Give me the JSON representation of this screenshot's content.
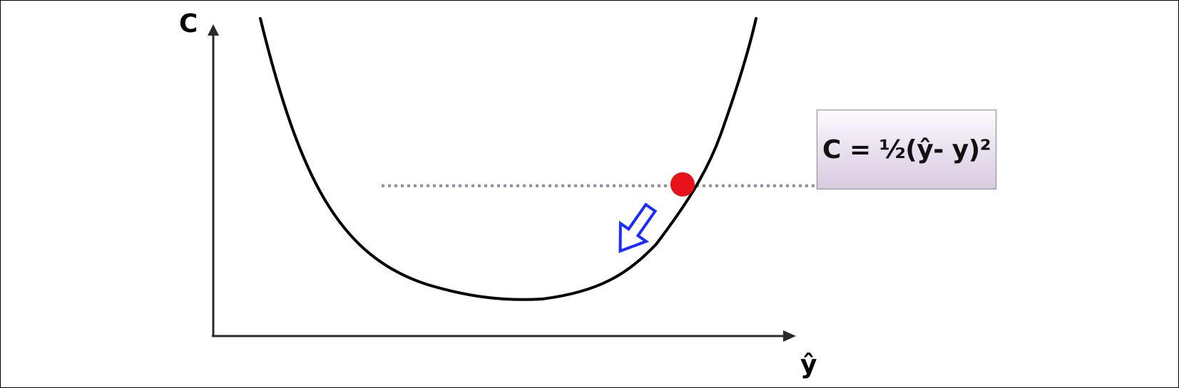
{
  "axes": {
    "y_label": "C",
    "x_label": "ŷ"
  },
  "formula": {
    "text": "C = ½(ŷ- y)²"
  },
  "colors": {
    "curve": "#000000",
    "axes": "#2a2a2a",
    "point": "#e8121a",
    "arrow": "#1a2cff",
    "dotted_line": "#9a8fa4"
  },
  "marks": {
    "current_point": "red-dot-on-curve",
    "direction_arrow": "blue-arrow-pointing-down-left"
  }
}
